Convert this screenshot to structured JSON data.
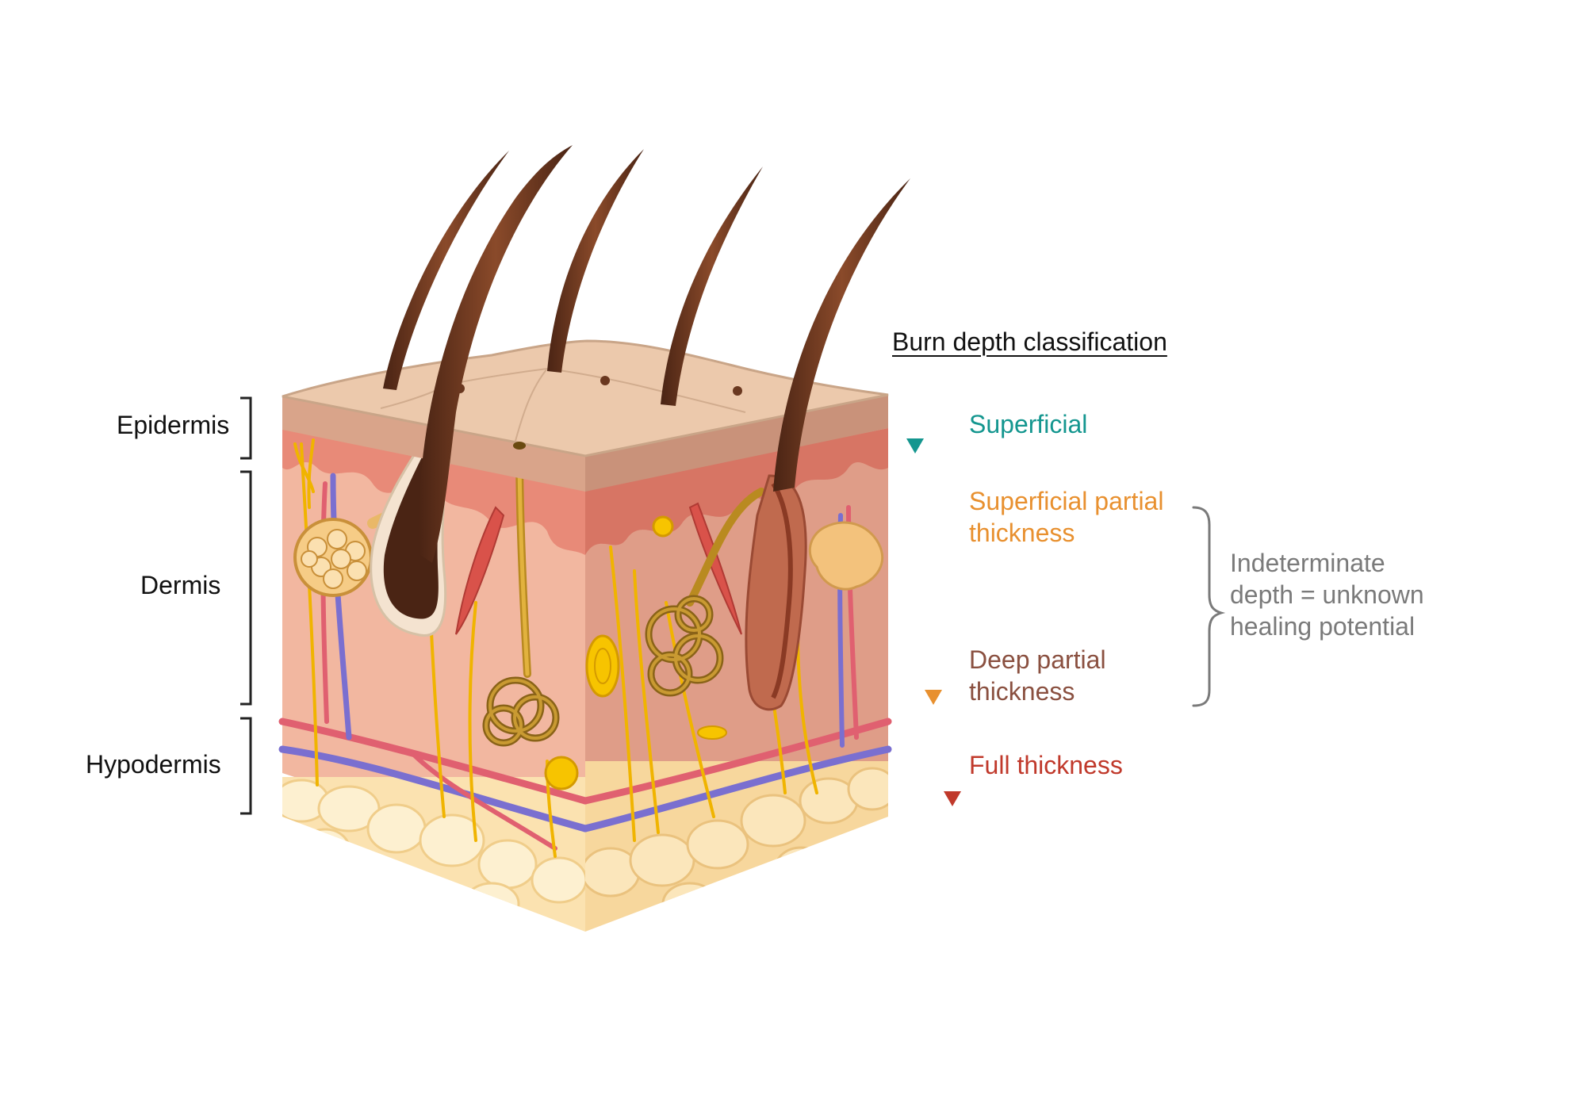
{
  "layers": {
    "epidermis": "Epidermis",
    "dermis": "Dermis",
    "hypodermis": "Hypodermis"
  },
  "classification": {
    "title": "Burn depth classification",
    "superficial": "Superficial",
    "superficial_partial_line1": "Superficial partial",
    "superficial_partial_line2": "thickness",
    "deep_partial_line1": "Deep partial",
    "deep_partial_line2": "thickness",
    "full": "Full thickness"
  },
  "indeterminate": {
    "line1": "Indeterminate",
    "line2": "depth = unknown",
    "line3": "healing potential"
  },
  "colors": {
    "superficial": "#14968f",
    "superficial_partial": "#e8902f",
    "deep_partial": "#8a5040",
    "full": "#c0392b",
    "indeterminate": "#7a7a7a"
  }
}
